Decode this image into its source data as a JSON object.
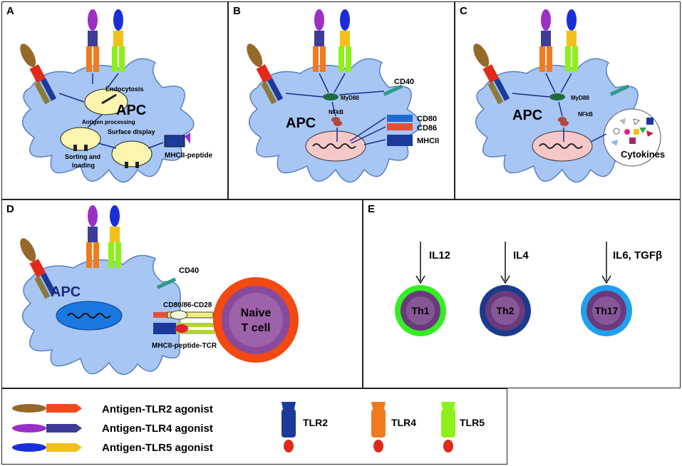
{
  "panels": {
    "a": {
      "letter": "A",
      "apc": "APC",
      "endocytosis": "Endocytosis",
      "antigen_processing": "Antigen processing",
      "surface_display": "Surface display",
      "sorting_1": "Sorting and",
      "sorting_2": "loading",
      "mhcii_peptide": "MHCII-peptide"
    },
    "b": {
      "letter": "B",
      "apc": "APC",
      "myd88": "MyD88",
      "nfkb": "NFkB",
      "cd40": "CD40",
      "cd80": "CD80",
      "cd86": "CD86",
      "mhcii": "MHCII"
    },
    "c": {
      "letter": "C",
      "apc": "APC",
      "myd88": "MyD88",
      "nfkb": "NFkB",
      "cytokines": "Cytokines"
    },
    "d": {
      "letter": "D",
      "apc": "APC",
      "cd40": "CD40",
      "costim": "CD80/86-CD28",
      "mhcii_tcr": "MHCII-peptide-TCR",
      "naive_1": "Naive",
      "naive_2": "T cell"
    },
    "e": {
      "letter": "E",
      "cells": [
        {
          "signal": "IL12",
          "label": "Th1",
          "ring": "#33ee22"
        },
        {
          "signal": "IL4",
          "label": "Th2",
          "ring": "#1a3a8c"
        },
        {
          "signal": "IL6, TGFβ",
          "label": "Th17",
          "ring": "#1fa0ee"
        }
      ]
    }
  },
  "legend": {
    "agonists": [
      "Antigen-TLR2 agonist",
      "Antigen-TLR4 agonist",
      "Antigen-TLR5 agonist"
    ],
    "receptors": [
      "TLR2",
      "TLR4",
      "TLR5"
    ]
  },
  "colors": {
    "cell": "#a7c6f4",
    "tlr2": "#1b3a9a",
    "tlr4": "#f07b1e",
    "tlr5": "#8ef01a",
    "tag_red": "#e02a1a",
    "ag_brown": "#96692a",
    "ag_purple": "#9b2fc6",
    "ag_blue": "#1a2ed8",
    "nucleus": "#f7c8c8",
    "vesicle": "#fbf5b0",
    "myd88": "#1f6b3a",
    "arrow": "#1a2a8c"
  }
}
